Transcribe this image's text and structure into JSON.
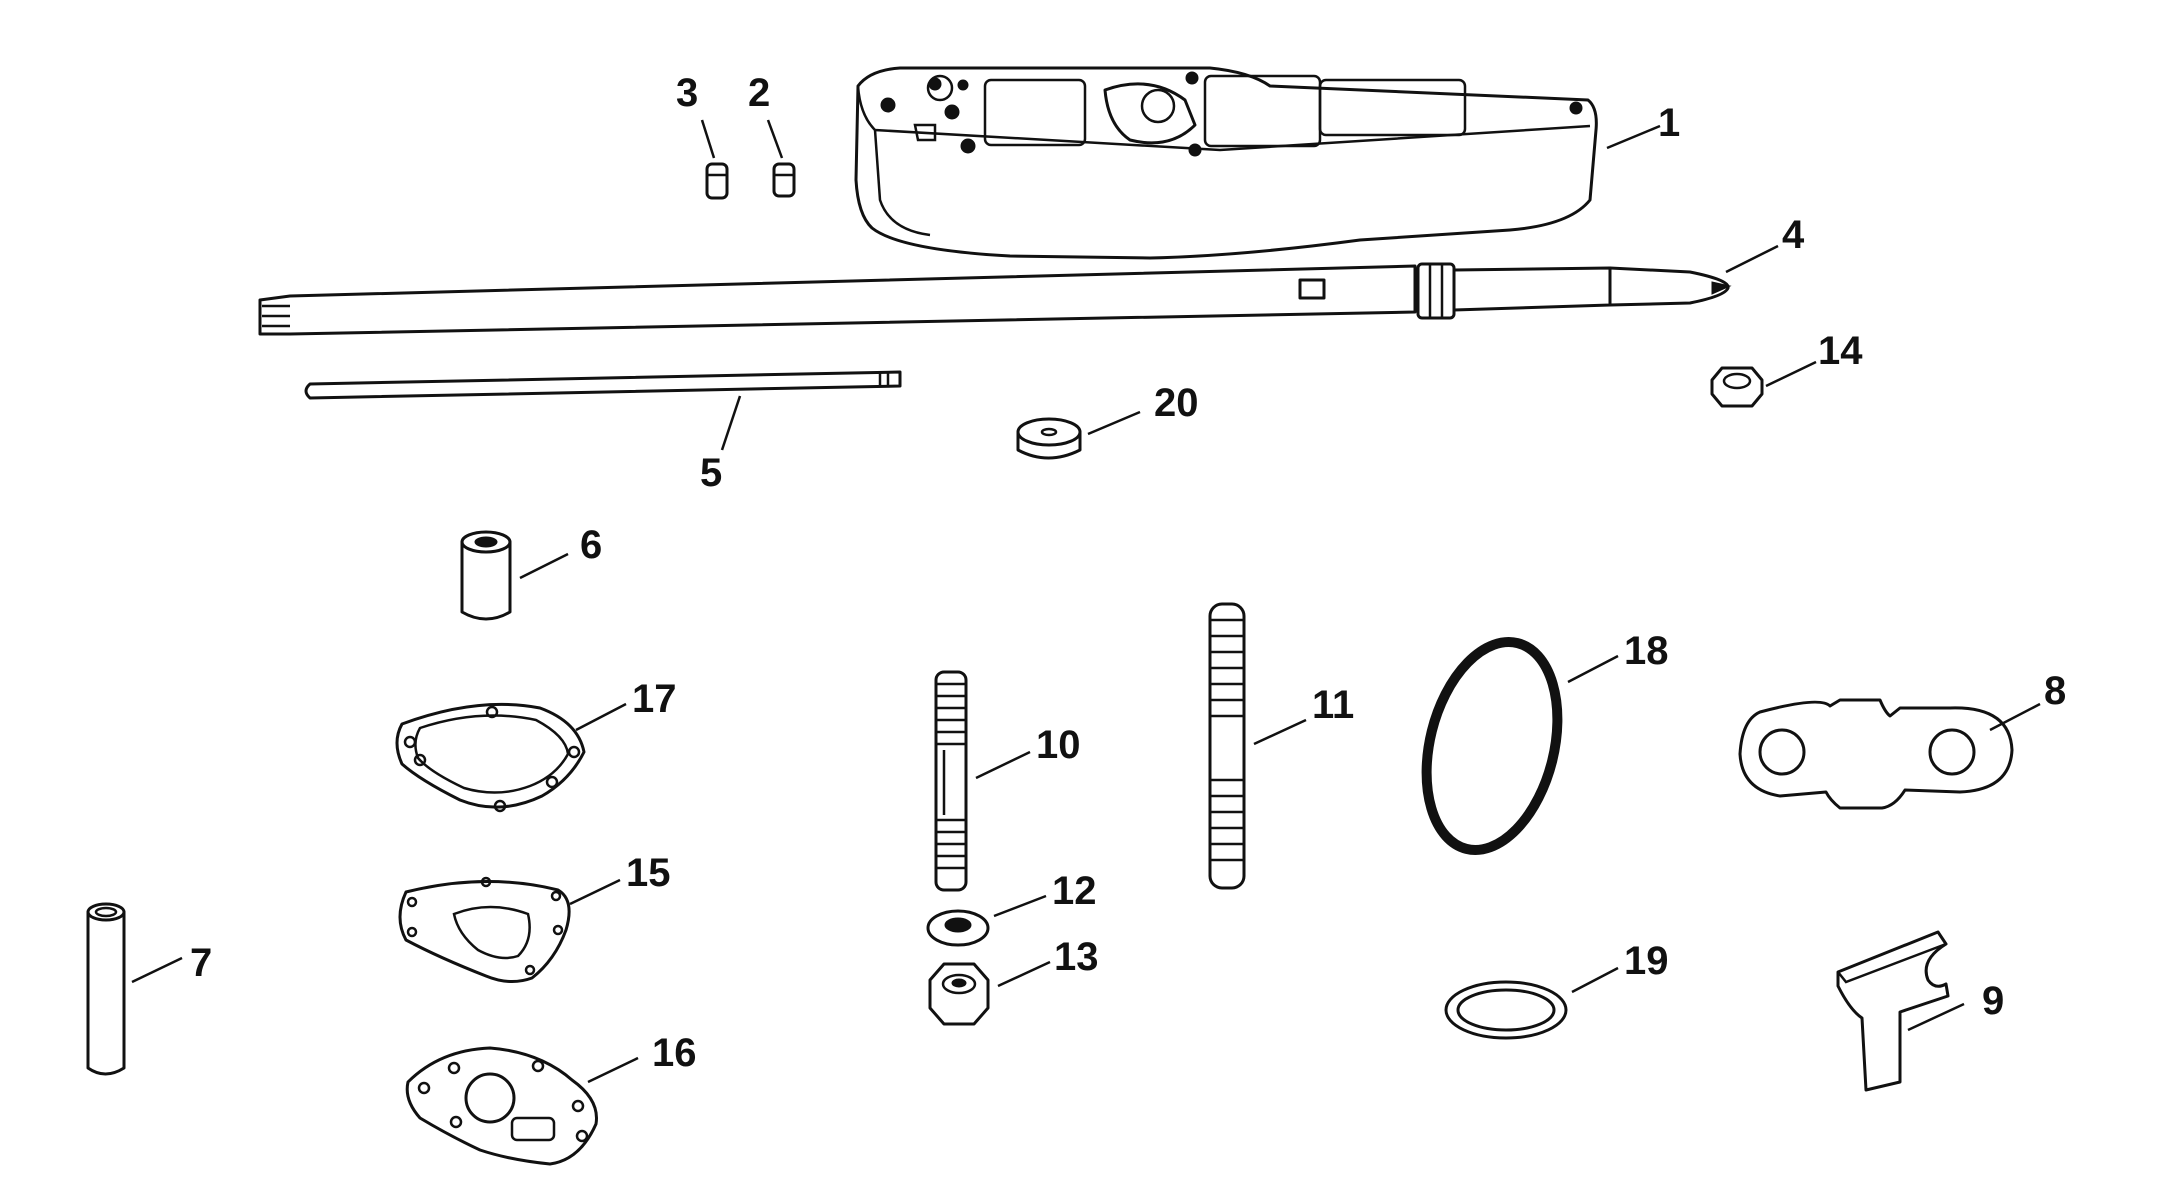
{
  "callouts": [
    {
      "id": "p1",
      "label": "1"
    },
    {
      "id": "p2",
      "label": "2"
    },
    {
      "id": "p3",
      "label": "3"
    },
    {
      "id": "p4",
      "label": "4"
    },
    {
      "id": "p5",
      "label": "5"
    },
    {
      "id": "p6",
      "label": "6"
    },
    {
      "id": "p7",
      "label": "7"
    },
    {
      "id": "p8",
      "label": "8"
    },
    {
      "id": "p9",
      "label": "9"
    },
    {
      "id": "p10",
      "label": "10"
    },
    {
      "id": "p11",
      "label": "11"
    },
    {
      "id": "p12",
      "label": "12"
    },
    {
      "id": "p13",
      "label": "13"
    },
    {
      "id": "p14",
      "label": "14"
    },
    {
      "id": "p15",
      "label": "15"
    },
    {
      "id": "p16",
      "label": "16"
    },
    {
      "id": "p17",
      "label": "17"
    },
    {
      "id": "p18",
      "label": "18"
    },
    {
      "id": "p19",
      "label": "19"
    },
    {
      "id": "p20",
      "label": "20"
    }
  ]
}
